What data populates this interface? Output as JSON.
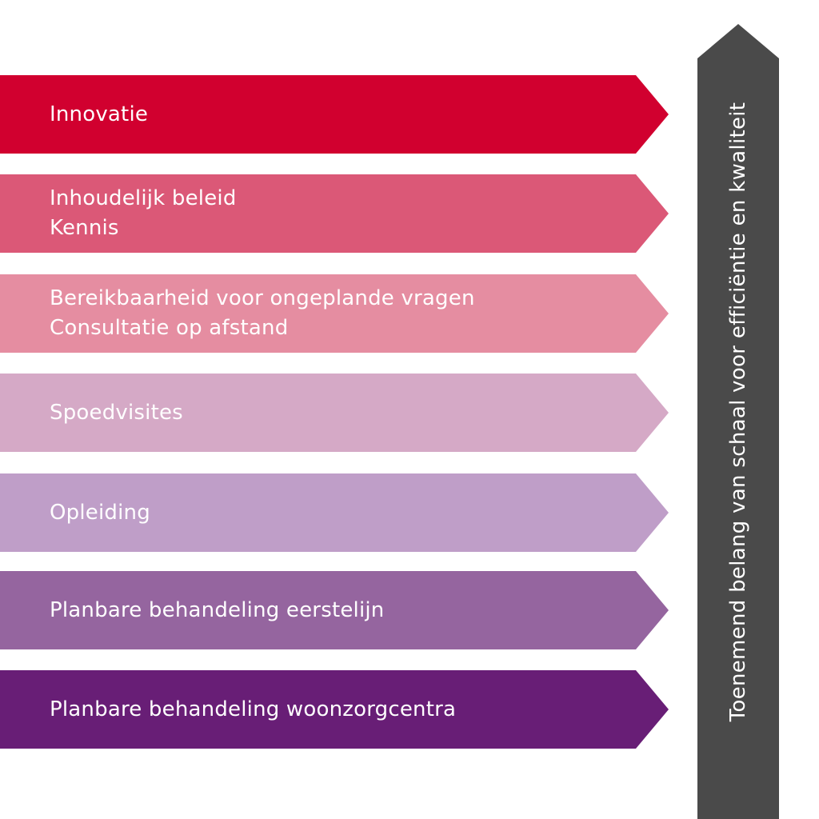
{
  "bands": [
    {
      "lines": [
        "Innovatie"
      ],
      "color": "#d1002f"
    },
    {
      "lines": [
        "Inhoudelijk beleid",
        "Kennis"
      ],
      "color": "#db5877"
    },
    {
      "lines": [
        "Bereikbaarheid voor ongeplande vragen",
        "Consultatie op afstand"
      ],
      "color": "#e58da1"
    },
    {
      "lines": [
        "Spoedvisites"
      ],
      "color": "#d5a9c6"
    },
    {
      "lines": [
        "Opleiding"
      ],
      "color": "#bf9ec8"
    },
    {
      "lines": [
        "Planbare behandeling eerstelijn"
      ],
      "color": "#95659f"
    },
    {
      "lines": [
        "Planbare behandeling woonzorgcentra"
      ],
      "color": "#681e76"
    }
  ],
  "axis": {
    "label": "Toenemend belang van schaal voor efficiëntie en kwaliteit",
    "color": "#4a4a4a"
  }
}
